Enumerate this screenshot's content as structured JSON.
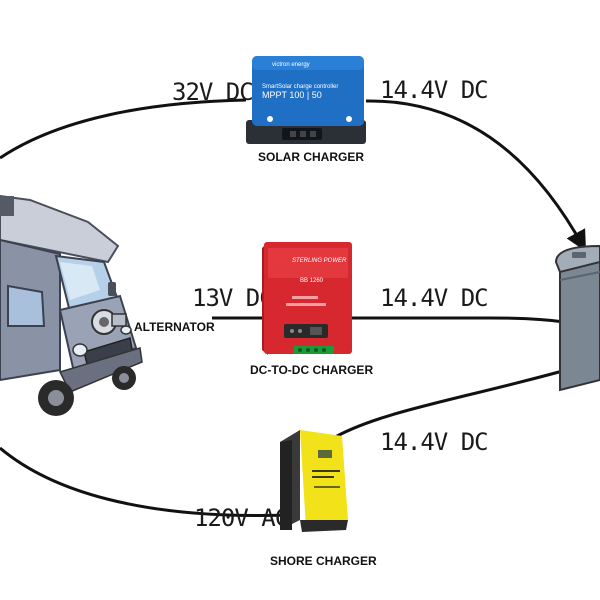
{
  "nodes": {
    "solar_charger": {
      "caption": "SOLAR CHARGER",
      "device_text": {
        "brand": "victron energy",
        "line1": "SmartSolar charge controller",
        "line2": "MPPT 100 | 50"
      }
    },
    "dc_dc_charger": {
      "caption": "DC-TO-DC CHARGER",
      "device_text": {
        "brand": "STERLING POWER",
        "line1": "BB 1260"
      }
    },
    "shore_charger": {
      "caption": "SHORE CHARGER"
    },
    "alternator": {
      "caption": "ALTERNATOR"
    },
    "van": {
      "icon": "van-icon"
    },
    "battery": {
      "icon": "battery-icon"
    }
  },
  "edges": {
    "van_to_solar": {
      "label": "32V DC"
    },
    "solar_to_battery": {
      "label": "14.4V DC"
    },
    "alternator_to_dcdc": {
      "label": "13V DC"
    },
    "dcdc_to_battery": {
      "label": "14.4V DC"
    },
    "van_to_shore": {
      "label": "120V AC"
    },
    "shore_to_battery": {
      "label": "14.4V DC"
    }
  },
  "colors": {
    "solar_blue": "#1f6fc4",
    "dcdc_red": "#d8282f",
    "shore_yellow": "#f1e21a",
    "van_gray": "#8a93a6",
    "battery_gray": "#8d98a5",
    "line": "#111111"
  }
}
